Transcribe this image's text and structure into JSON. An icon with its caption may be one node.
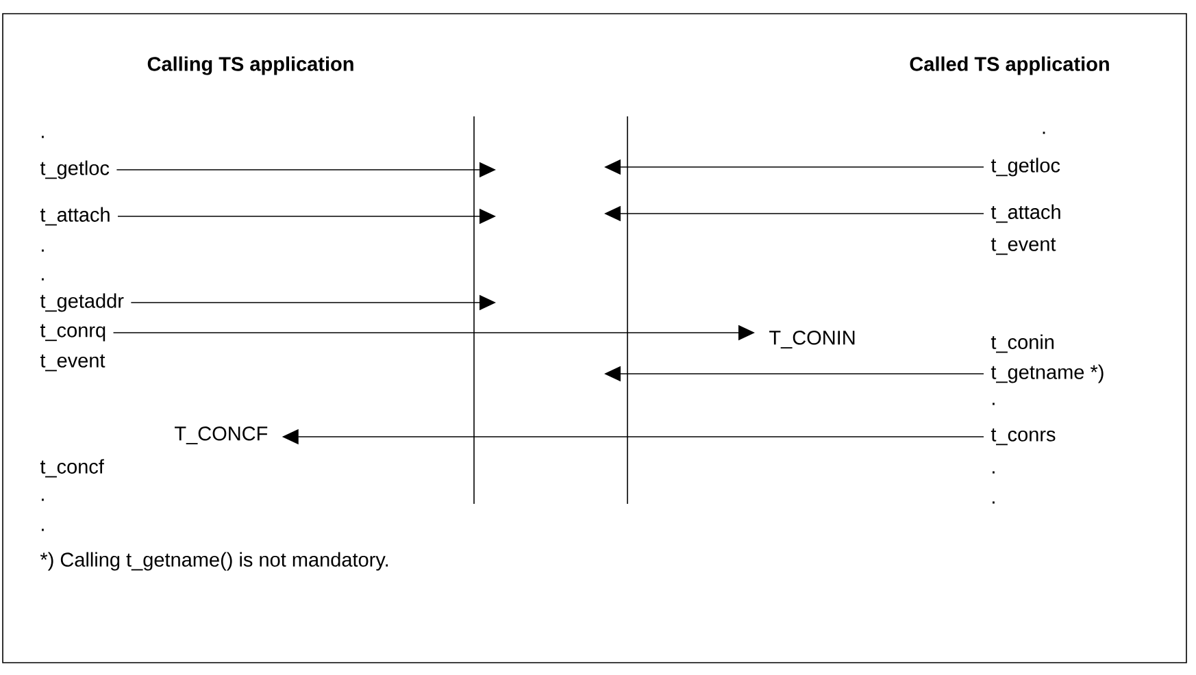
{
  "diagram": {
    "nodes": [
      {
        "text": [
          "t_getloc"
        ]
      },
      {
        "text": [
          "t_attach"
        ]
      },
      {
        "text": [
          "t_getaddr"
        ]
      },
      {
        "text": [
          "t_conrq"
        ]
      },
      {
        "text": [
          "T_CONIN"
        ]
      },
      {
        "text": [
          "T_CONCF"
        ]
      },
      {
        "text": [
          "t_getloc"
        ]
      },
      {
        "text": [
          "t_attach"
        ]
      },
      {
        "text": [
          "t_getname *)"
        ]
      },
      {
        "text": [
          "t_conrs"
        ]
      }
    ],
    "edges": [
      {
        "from": 0,
        "to": null,
        "arrow": "to"
      },
      {
        "from": 1,
        "to": null,
        "arrow": "to"
      },
      {
        "from": 2,
        "to": null,
        "arrow": "to"
      },
      {
        "from": 3,
        "to": 4,
        "arrow": "to"
      },
      {
        "from": 6,
        "to": null,
        "arrow": "to"
      },
      {
        "from": 7,
        "to": null,
        "arrow": "to"
      },
      {
        "from": 8,
        "to": null,
        "arrow": "to"
      },
      {
        "from": 9,
        "to": 5,
        "arrow": "to"
      }
    ],
    "labels": [
      "Calling TS application",
      "Called TS application",
      ".",
      ".",
      ".",
      "t_event",
      "t_concf",
      ".",
      ".",
      ".",
      "t_event",
      "t_conin",
      ".",
      ".",
      ".",
      "*) Calling t_getname() is not mandatory."
    ]
  }
}
